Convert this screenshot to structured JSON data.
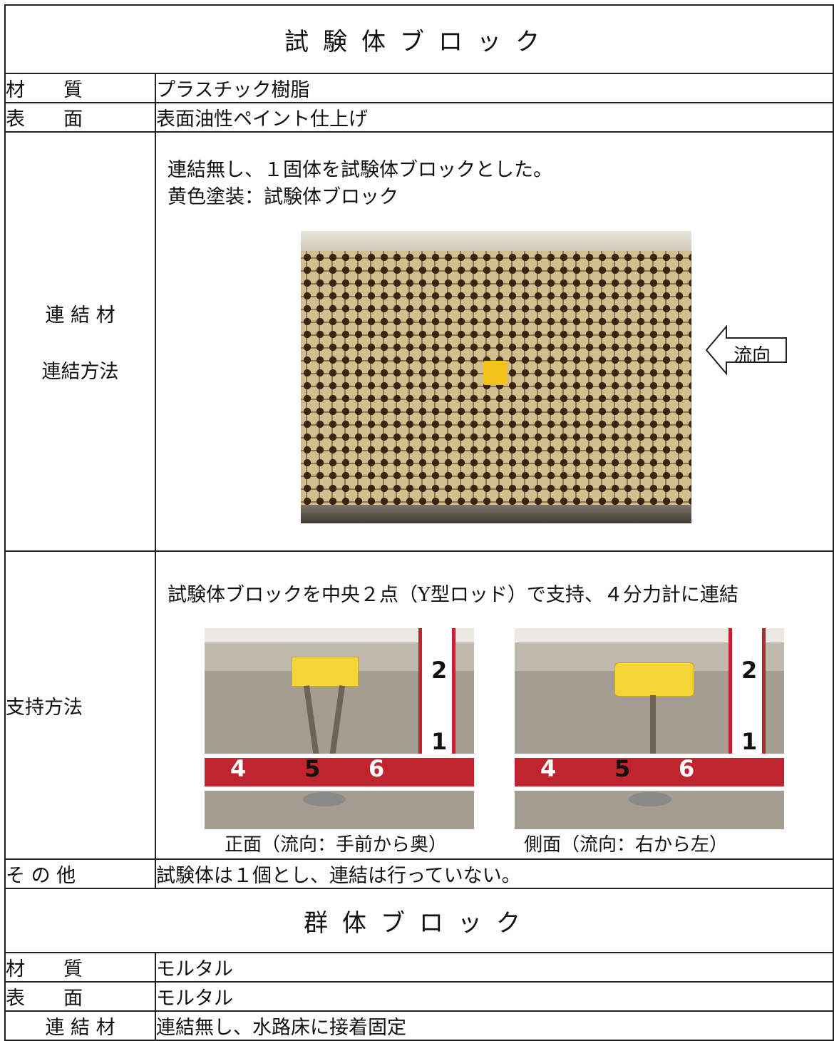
{
  "test_block": {
    "title": "試験体ブロック",
    "material_label": "材　　質",
    "material_value": "プラスチック樹脂",
    "surface_label": "表　　面",
    "surface_value": "表面油性ペイント仕上げ",
    "connector_label": "連 結 材",
    "connection_method_label": "連結方法",
    "connection_line1": "連結無し、１固体を試験体ブロックとした。",
    "connection_line2": "黄色塗装：試験体ブロック",
    "flow_label": "流向",
    "support_label": "支持方法",
    "support_text": "試験体ブロックを中央２点（Y型ロッド）で支持、４分力計に連結",
    "photo_front_caption": "正面（流向：手前から奥）",
    "photo_side_caption": "側面（流向：右から左）",
    "ruler_digits": [
      "4",
      "5",
      "6",
      "2",
      "1"
    ],
    "other_label": "そ の 他",
    "other_value": "試験体は１個とし、連結は行っていない。"
  },
  "group_block": {
    "title": "群体ブロック",
    "material_label": "材　　質",
    "material_value": "モルタル",
    "surface_label": "表　　面",
    "surface_value": "モルタル",
    "connector_label": "連 結 材",
    "connector_value": "連結無し、水路床に接着固定"
  },
  "colors": {
    "border": "#222222",
    "highlight_block": "#f2c318",
    "ruler_red": "#c0242e"
  }
}
